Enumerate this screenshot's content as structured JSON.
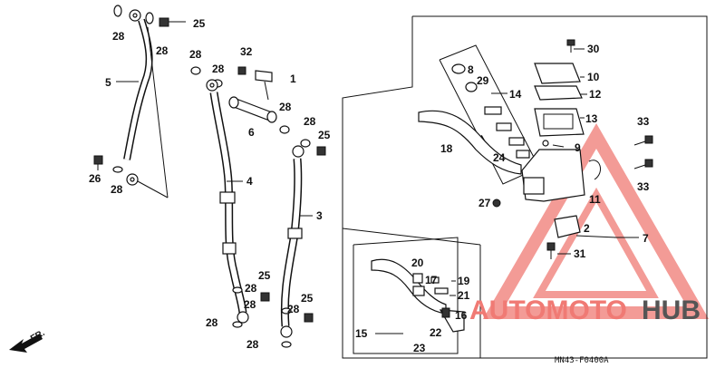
{
  "callouts": {
    "c1": "1",
    "c2": "2",
    "c3": "3",
    "c4": "4",
    "c5": "5",
    "c6": "6",
    "c7": "7",
    "c8": "8",
    "c9": "9",
    "c10": "10",
    "c11": "11",
    "c12": "12",
    "c13": "13",
    "c14": "14",
    "c15": "15",
    "c16": "16",
    "c17": "17",
    "c18": "18",
    "c19": "19",
    "c20": "20",
    "c21": "21",
    "c22": "22",
    "c23": "23",
    "c24": "24",
    "c25": "25",
    "c26": "26",
    "c27": "27",
    "c28": "28",
    "c29": "29",
    "c30": "30",
    "c31": "31",
    "c32": "32",
    "c33": "33"
  },
  "diagram_code": "MN43-F0400A",
  "direction_label": "FR.",
  "watermark": {
    "part1": "AUTOMOTO",
    "part2": "HUB",
    "color_primary": "#f07a74",
    "color_secondary": "#555555"
  }
}
